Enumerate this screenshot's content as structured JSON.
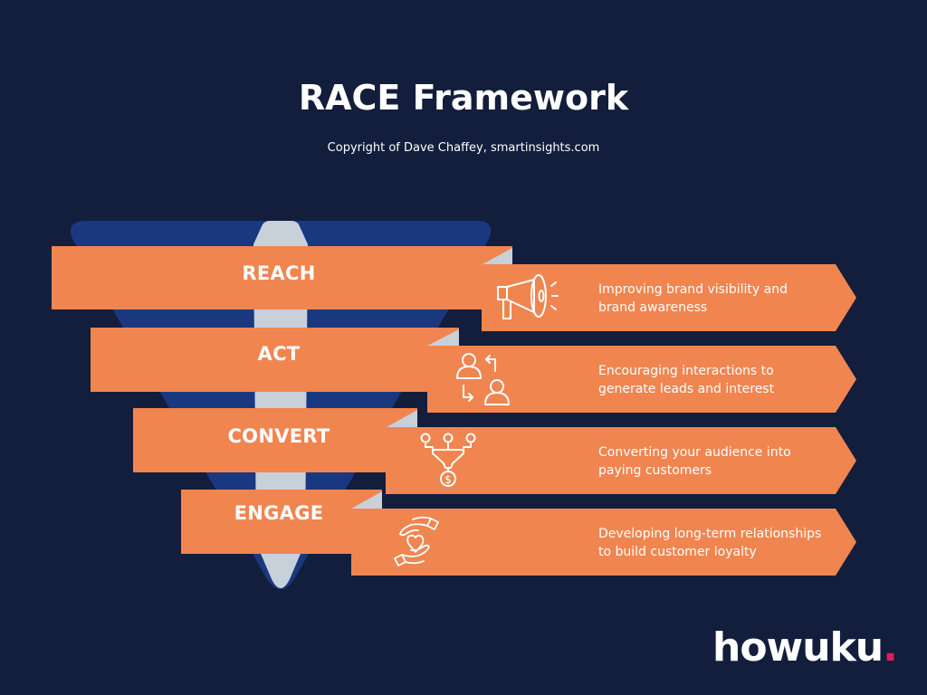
{
  "header": {
    "title": "RACE Framework",
    "subtitle": "Copyright of Dave Chaffey, smartinsights.com"
  },
  "colors": {
    "background": "#121e3b",
    "funnel": "#1a3880",
    "spine": "#c8d0da",
    "banner": "#f08550",
    "text": "#ffffff",
    "logo_dot": "#e4185a"
  },
  "stages": [
    {
      "label": "REACH",
      "icon": "megaphone-icon",
      "description_line1": "Improving brand visibility and",
      "description_line2": "brand awareness"
    },
    {
      "label": "ACT",
      "icon": "users-exchange-icon",
      "description_line1": "Encouraging interactions to",
      "description_line2": "generate leads and interest"
    },
    {
      "label": "CONVERT",
      "icon": "funnel-dollar-icon",
      "description_line1": "Converting your audience into",
      "description_line2": "paying customers"
    },
    {
      "label": "ENGAGE",
      "icon": "hands-heart-icon",
      "description_line1": "Developing long-term relationships",
      "description_line2": "to build customer loyalty"
    }
  ],
  "logo": {
    "text": "howuku",
    "dot": "."
  }
}
